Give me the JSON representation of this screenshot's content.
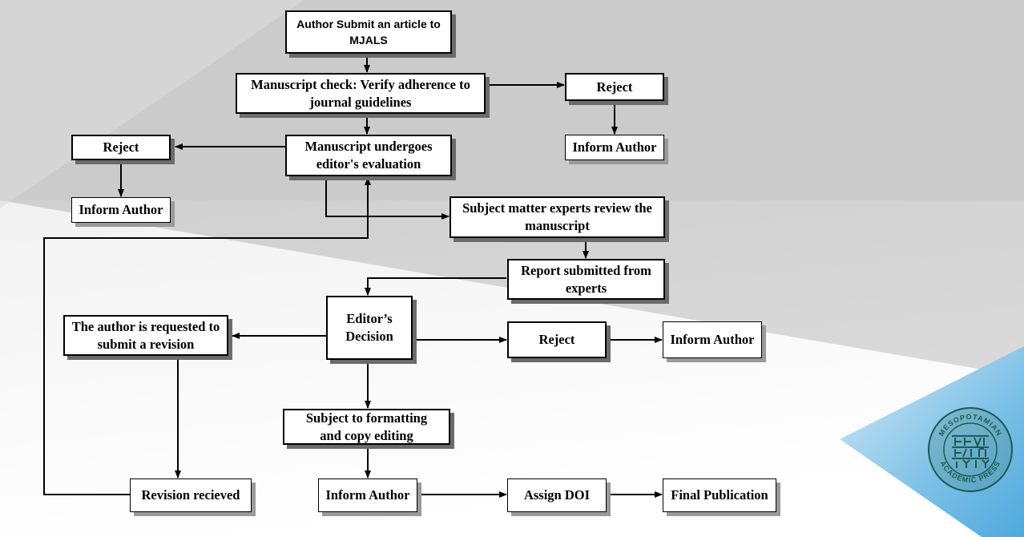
{
  "nodes": {
    "submit": "Author Submit an article to MJALS",
    "check": "Manuscript check: Verify adherence to journal guidelines",
    "reject_top": "Reject",
    "inform_top": "Inform Author",
    "editor_eval": "Manuscript undergoes editor's evaluation",
    "reject_left": "Reject",
    "inform_left": "Inform Author",
    "experts_review": "Subject matter experts review the manuscript",
    "report": "Report submitted from experts",
    "editor_decision": "Editor’s Decision",
    "revision_request": "The author is requested to submit a revision",
    "reject_mid": "Reject",
    "inform_mid": "Inform Author",
    "formatting": "Subject to formatting and copy editing",
    "revision_received": "Revision recieved",
    "inform_bottom": "Inform Author",
    "assign_doi": "Assign DOI",
    "final_publication": "Final Publication"
  },
  "logo": {
    "top_text": "MESOPOTAMIAN",
    "bottom_text": "ACADEMIC PRESS",
    "color": "#1f5a52"
  },
  "colors": {
    "accent_triangle": "#6ab7e0",
    "background_gray": "#c8c8c8"
  }
}
